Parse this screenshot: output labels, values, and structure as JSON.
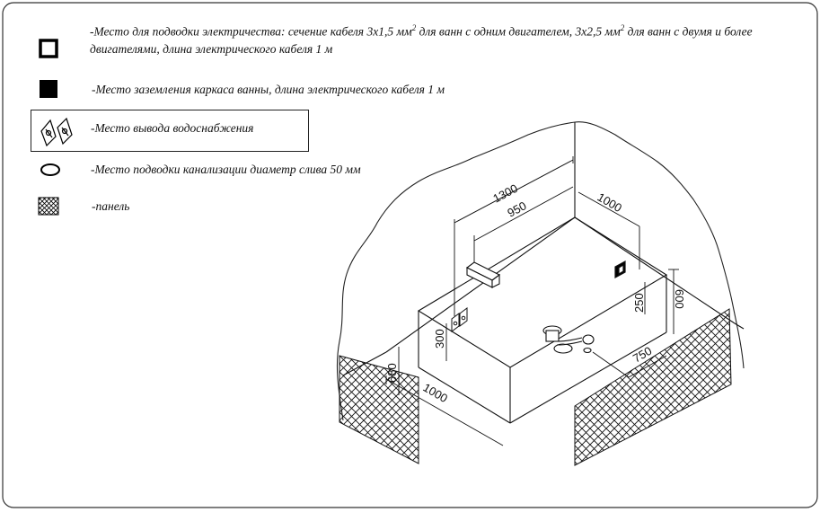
{
  "legend": {
    "item1": {
      "icon": "hollow-square-icon",
      "text_main": "-Место для подводки электричества: сечение кабеля 3х1,5 мм",
      "sup1": "2",
      "text_mid": " для ванн с одним двигателем, 3х2,5 мм",
      "sup2": "2",
      "text_end": " для ванн с двумя и более двигателями, длина электрического кабеля 1 м"
    },
    "item2": {
      "icon": "filled-square-icon",
      "text": "-Место заземления каркаса ванны, длина электрического кабеля 1 м"
    },
    "item3": {
      "icon": "water-outlet-icon",
      "text": "-Место вывода водоснабжения"
    },
    "item4": {
      "icon": "ellipse-icon",
      "text": "-Место подводки канализации диаметр слива 50 мм"
    },
    "item5": {
      "icon": "crosshatch-panel-icon",
      "text": "-панель"
    }
  },
  "dimensions": {
    "d1300": "1300",
    "d950": "950",
    "d1000_top": "1000",
    "d600": "600",
    "d250": "250",
    "d300": "300",
    "d680": "680",
    "d1000_front": "1000",
    "d750": "750"
  }
}
